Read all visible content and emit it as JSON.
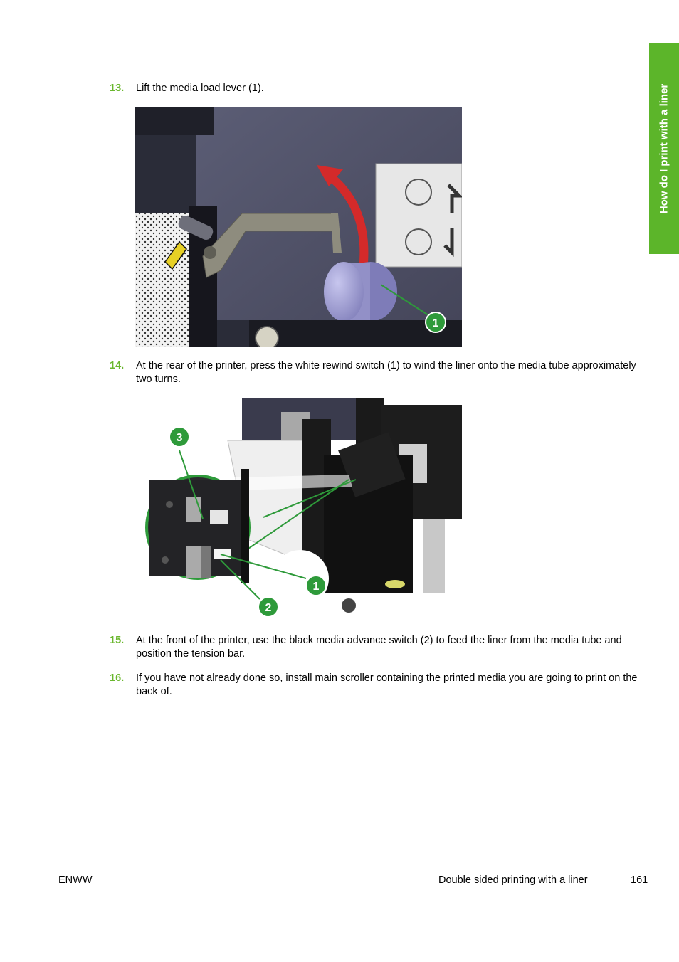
{
  "side_tab": {
    "label": "How do I print with a liner"
  },
  "steps": [
    {
      "number": "13.",
      "text": "Lift the media load lever (1)."
    },
    {
      "number": "14.",
      "text": "At the rear of the printer, press the white rewind switch (1) to wind the liner onto the media tube approximately two turns."
    },
    {
      "number": "15.",
      "text": "At the front of the printer, use the black media advance switch (2) to feed the liner from the media tube and position the tension bar."
    },
    {
      "number": "16.",
      "text": "If you have not already done so, install main scroller containing the printed media you are going to print on the back of."
    }
  ],
  "figure1": {
    "callouts": [
      "1"
    ]
  },
  "figure2": {
    "callouts": [
      "3",
      "1",
      "2"
    ]
  },
  "footer": {
    "left": "ENWW",
    "center": "Double sided printing with a liner",
    "page": "161"
  },
  "colors": {
    "accent_green": "#5cb52a",
    "step_number_green": "#6ab72e",
    "callout_green": "#2e9a3a",
    "arrow_red": "#d42a2a"
  }
}
